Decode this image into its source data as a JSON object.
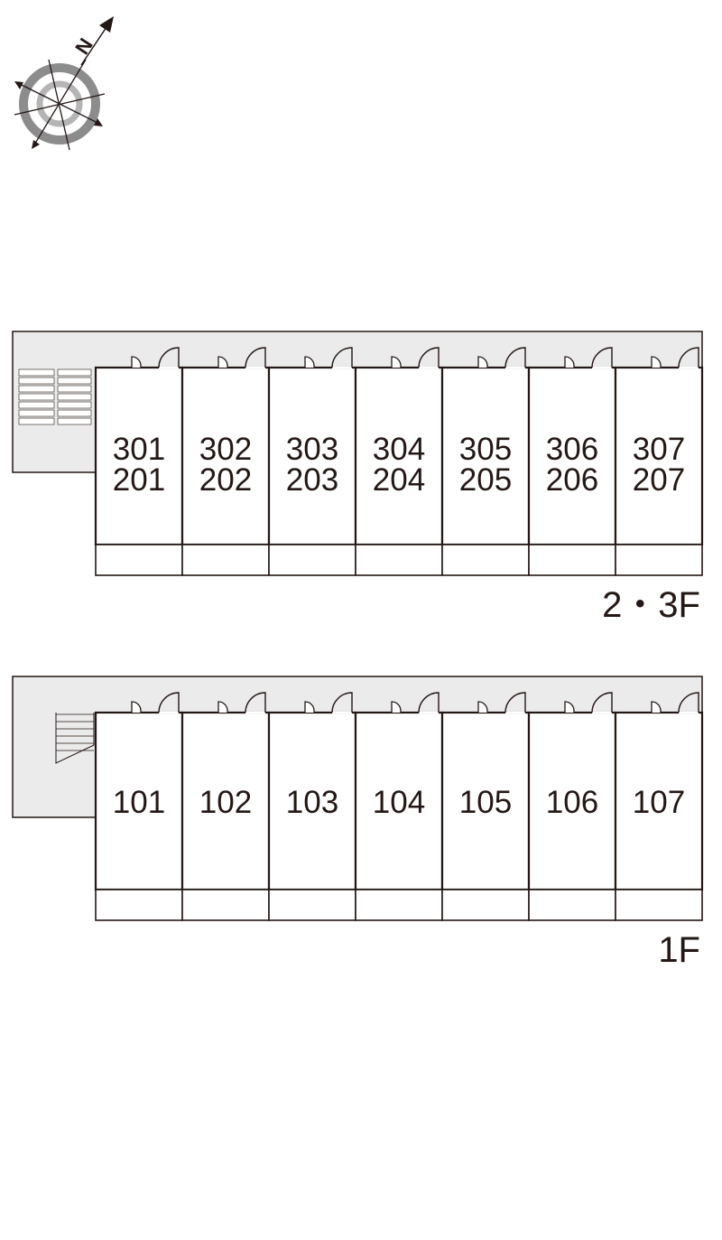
{
  "compass": {
    "north_label": "N"
  },
  "floors": [
    {
      "id": "upper",
      "floor_label": "2・3F",
      "units": [
        [
          "301",
          "201"
        ],
        [
          "302",
          "202"
        ],
        [
          "303",
          "203"
        ],
        [
          "304",
          "204"
        ],
        [
          "305",
          "205"
        ],
        [
          "306",
          "206"
        ],
        [
          "307",
          "207"
        ]
      ]
    },
    {
      "id": "ground",
      "floor_label": "1F",
      "units": [
        [
          "101"
        ],
        [
          "102"
        ],
        [
          "103"
        ],
        [
          "104"
        ],
        [
          "105"
        ],
        [
          "106"
        ],
        [
          "107"
        ]
      ]
    }
  ],
  "colors": {
    "ink": "#231815",
    "corridor": "#ebebeb",
    "wall": "#231815"
  }
}
